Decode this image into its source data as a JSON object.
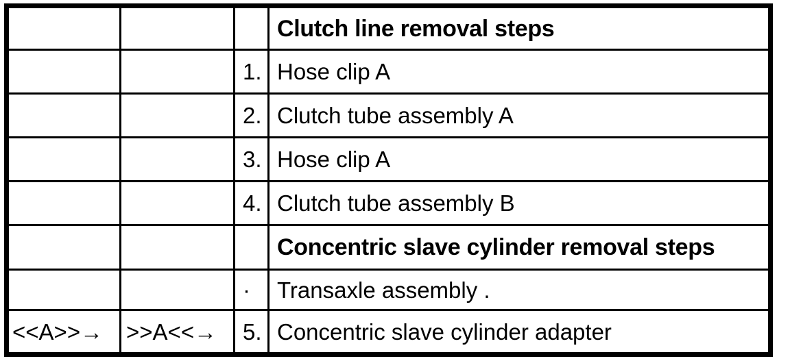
{
  "theme": {
    "page_background": "#ffffff",
    "cell_background": "#ffffff",
    "border_color": "#000000",
    "text_color": "#000000"
  },
  "table": {
    "section_titles": [
      "Clutch line removal steps",
      "Concentric slave cylinder removal steps"
    ],
    "rows": [
      {
        "cells": [
          "",
          "",
          "",
          "Clutch line removal steps"
        ],
        "type": "section-header"
      },
      {
        "cells": [
          "",
          "",
          "1.",
          "Hose clip A"
        ],
        "type": "step"
      },
      {
        "cells": [
          "",
          "",
          "2.",
          "Clutch tube assembly A"
        ],
        "type": "step"
      },
      {
        "cells": [
          "",
          "",
          "3.",
          "Hose clip A"
        ],
        "type": "step"
      },
      {
        "cells": [
          "",
          "",
          "4.",
          "Clutch tube assembly B"
        ],
        "type": "step"
      },
      {
        "cells": [
          "",
          "",
          "",
          "Concentric slave cylinder removal steps"
        ],
        "type": "section-header"
      },
      {
        "cells": [
          "",
          "",
          "·",
          "Transaxle assembly ."
        ],
        "type": "bullet-step"
      },
      {
        "cells": [
          "<<A>>→",
          ">>A<<→",
          "5.",
          "Concentric slave cylinder adapter"
        ],
        "type": "step"
      }
    ]
  }
}
